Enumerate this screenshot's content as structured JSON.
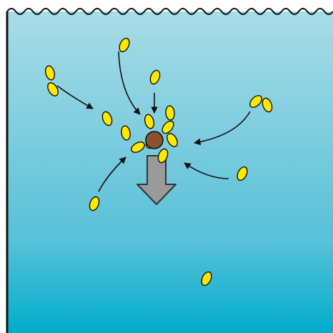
{
  "diagram": {
    "colors": {
      "water_top": "#a9dce6",
      "water_bottom": "#00adcc",
      "outline": "#111111",
      "particle_fill": "#ffe800",
      "particle_stroke": "#111111",
      "nucleus": "#8a5230",
      "arrow_fill": "#9a9a9a",
      "arrow_stroke": "#333333",
      "flow_arrow": "#111111"
    },
    "icons": {
      "surface": "wavy-water-surface",
      "nucleus": "brown-aggregate-particle",
      "particles": "yellow-oval-particle",
      "sinking": "down-arrow",
      "flows": "curved-arrow"
    }
  }
}
